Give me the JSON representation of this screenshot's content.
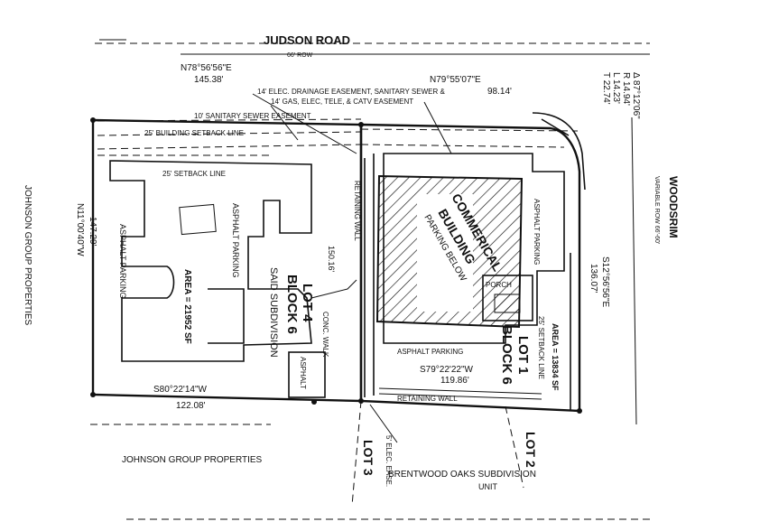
{
  "road_top": {
    "name": "JUDSON ROAD",
    "row": "66' ROW"
  },
  "road_right": {
    "name": "WOODSRIM",
    "row": "VARIABLE ROW 66'-60'"
  },
  "bearings": {
    "top_left": "N78°56'56\"E",
    "top_left_dist": "145.38'",
    "top_right": "N79°55'07\"E",
    "top_right_dist": "98.14'",
    "left": "N11°00'40\"W",
    "left_dist": "147.29'",
    "bottom_left": "S80°22'14\"W",
    "bottom_left_dist": "122.08'",
    "lot1_south": "S79°22'22\"W",
    "lot1_south_dist": "119.86'",
    "lot_line": "150.16'",
    "right_line": "S12°56'56\"E",
    "right_line_dist": "136.07'"
  },
  "curve_table": [
    "Δ 87°12'06\"",
    "R 14.94'",
    "L 14.23'",
    "T 22.74'"
  ],
  "easements": {
    "utility": "14' ELEC. DRAINAGE EASEMENT, SANITARY SEWER &",
    "utility2": "14' GAS, ELEC, TELE, & CATV EASEMENT",
    "sewer": "10' SANITARY SEWER EASEMENT",
    "bldg_setback": "25' BUILDING SETBACK LINE",
    "setback": "25' SETBACK LINE",
    "setback_right": "25' SETBACK LINE"
  },
  "lot4": {
    "lot": "LOT 4",
    "block": "BLOCK 6",
    "subdivision": "SAID SUBDIVISION",
    "area": "AREA = 21952 SF"
  },
  "lot1": {
    "lot": "LOT 1",
    "block": "BLOCK 6",
    "area": "AREA = 13834 SF"
  },
  "lot3": "LOT 3",
  "lot2": "LOT 2",
  "building": {
    "line1": "COMMERICAL",
    "line2": "BUILDING",
    "line3": "PARKING BELOW"
  },
  "labels": {
    "asphalt_left": "ASPHALT PARKING",
    "asphalt_mid": "ASPHALT PARKING",
    "asphalt_right": "ASPHALT PARKING",
    "asphalt_bottom": "ASPHALT PARKING",
    "asphalt_small": "ASPHALT",
    "retaining_wall": "RETAINING WALL",
    "retaining_wall_v": "RETAINING WALL",
    "conc_walk": "CONC. WALK",
    "porch": "PORCH",
    "elec_easement": "5' ELEC. EASE."
  },
  "owners": {
    "left": "JOHNSON GROUP PROPERTIES",
    "bottom": "JOHNSON GROUP PROPERTIES"
  },
  "subdivision_bottom": {
    "line1": "BRENTWOOD OAKS SUBDIVISION",
    "line2": "UNIT"
  }
}
